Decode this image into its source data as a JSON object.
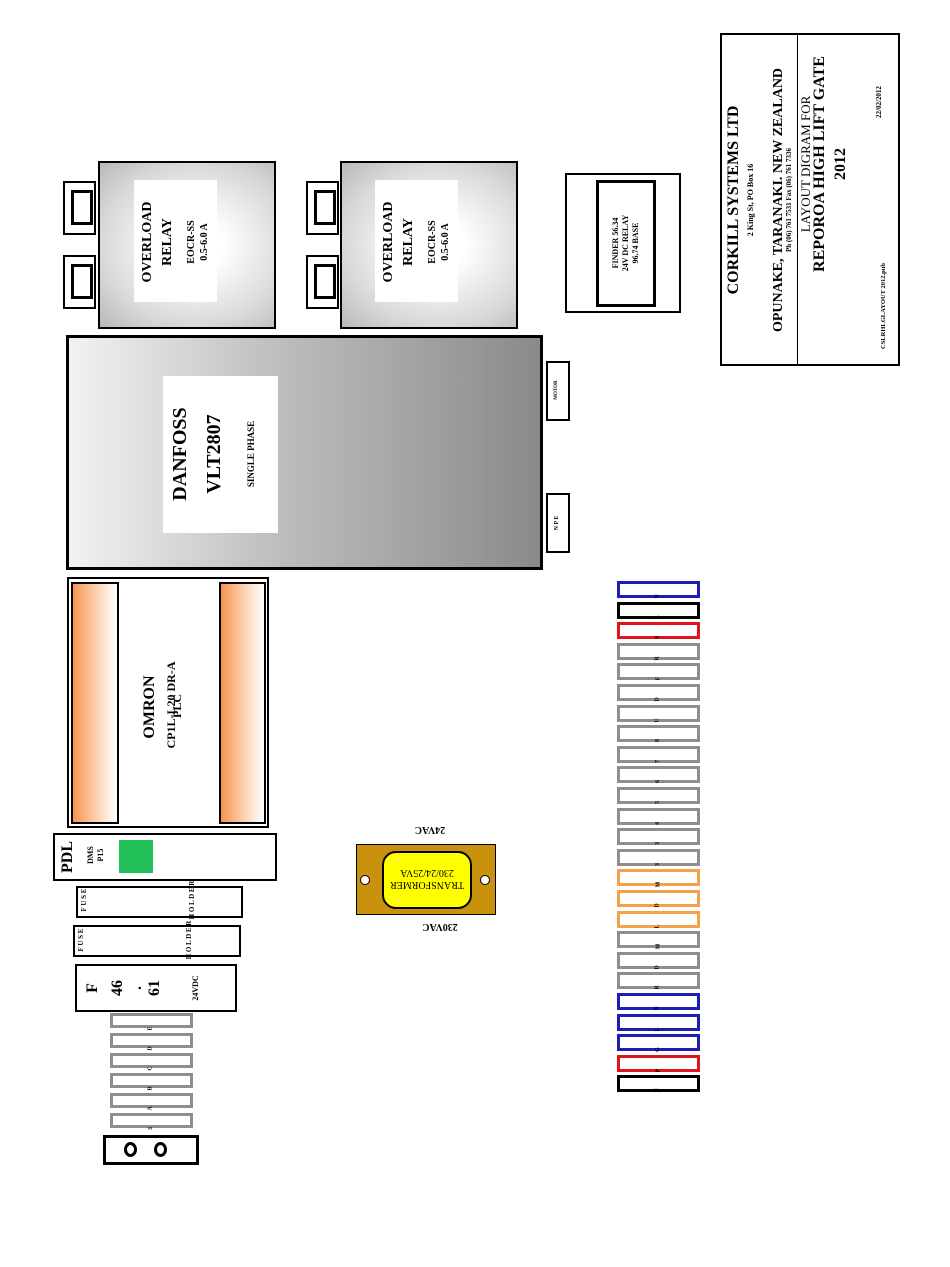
{
  "title_block": {
    "company": "CORKILL SYSTEMS LTD",
    "address": "2 King St, PO Box 16",
    "location": "OPUNAKE, TARANAKI.  NEW ZEALAND",
    "phone": "Ph (06) 761 7531    Fax (06) 761 7336",
    "heading": "LAYOUT DIGRAM FOR",
    "project": "REPOROA HIGH LIFT GATE",
    "year": "2012",
    "file": "CSLRHLGLAYOUT 2012.pub",
    "date": "22/02/2012"
  },
  "relay_1": {
    "line1": "OVERLOAD",
    "line2": "RELAY",
    "line3": "EOCR-SS",
    "line4": "0.5-6.0 A"
  },
  "relay_2": {
    "line1": "OVERLOAD",
    "line2": "RELAY",
    "line3": "EOCR-SS",
    "line4": "0.5-6.0 A"
  },
  "finder": {
    "line1": "FINDER 56.34",
    "line2": "24V DC RELAY",
    "line3": "96.74 BASE"
  },
  "vfd": {
    "brand": "DANFOSS",
    "model": "VLT2807",
    "phase": "SINGLE PHASE",
    "motor_label": "MOTOR",
    "npe_label": "N  P  E"
  },
  "plc": {
    "brand": "OMRON",
    "model": "CP1L-L20 DR-A",
    "type": "PLC"
  },
  "pdl": {
    "brand": "PDL",
    "model": "DMS",
    "sub": "P15"
  },
  "fuse_holder_1": {
    "line1": "F U S E",
    "line2": "H O L D E R"
  },
  "fuse_holder_2": {
    "line1": "F U S E",
    "line2": "H O L D E R"
  },
  "relay_f46": {
    "line1": "F",
    "line2": "46",
    "line3": ".",
    "line4": "61",
    "line5": "24VDC"
  },
  "small_terminals": [
    "3",
    "A",
    "B",
    "C",
    "D",
    "E"
  ],
  "transformer": {
    "top_label": "24VAC",
    "bottom_label": "230VAC",
    "line1": "230/24/25VA",
    "line2": "TRANSFORMER"
  },
  "terminal_strip": {
    "labels": [
      "N",
      "P",
      "G",
      "L",
      "N",
      "R",
      "D",
      "M",
      "L",
      "D",
      "M",
      "3",
      "3",
      "4",
      "5",
      "6",
      "7",
      "8",
      "U",
      "D",
      "F",
      "R",
      "S",
      "R",
      "N"
    ],
    "colors": {
      "black": "#000000",
      "red": "#e0141e",
      "blue": "#1e1eb4",
      "grey": "#8e8e8e",
      "orange": "#f5a04a"
    }
  },
  "colors": {
    "pdl_indicator": "#23c05a",
    "transformer_body": "#c8920e",
    "transformer_core": "#ffff00"
  }
}
